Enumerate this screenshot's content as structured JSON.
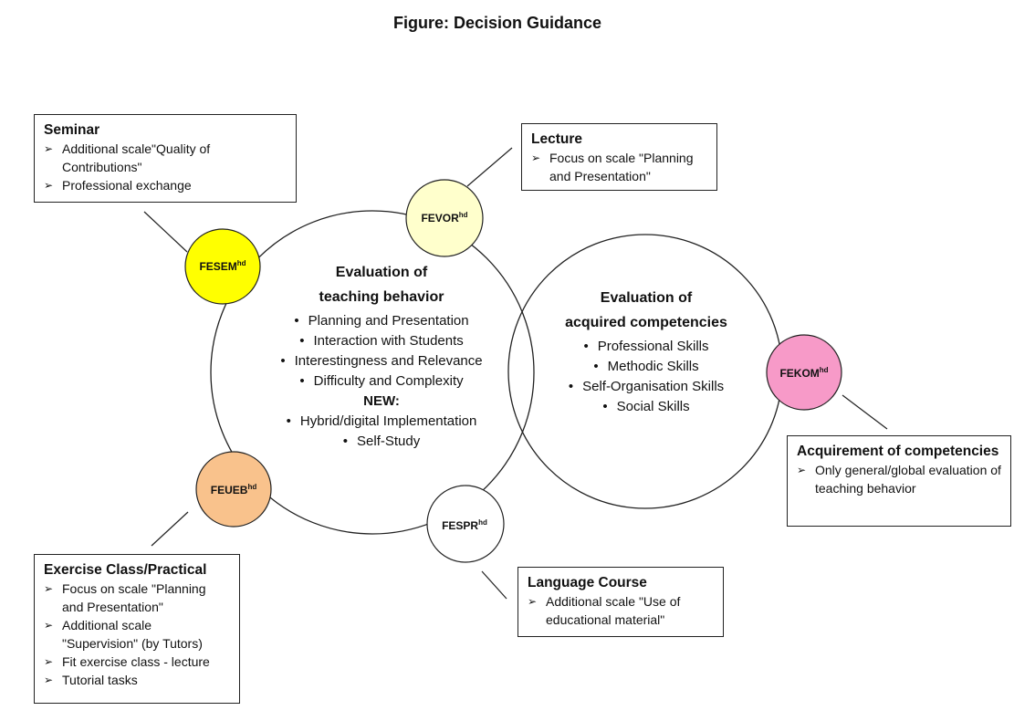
{
  "title": "Figure: Decision Guidance",
  "teaching": {
    "heading_line1": "Evaluation of",
    "heading_line2": "teaching behavior",
    "items": [
      "Planning and Presentation",
      "Interaction with Students",
      "Interestingness and Relevance",
      "Difficulty and Complexity"
    ],
    "new_label": "NEW:",
    "new_items": [
      "Hybrid/digital Implementation",
      "Self-Study"
    ]
  },
  "competencies": {
    "heading_line1": "Evaluation of",
    "heading_line2": "acquired competencies",
    "items": [
      "Professional Skills",
      "Methodic Skills",
      "Self-Organisation Skills",
      "Social Skills"
    ]
  },
  "nodes": {
    "fesem": {
      "label": "FESEM",
      "sup": "hd",
      "color": "#ffff00"
    },
    "fevor": {
      "label": "FEVOR",
      "sup": "hd",
      "color": "#ffffcc"
    },
    "feueb": {
      "label": "FEUEB",
      "sup": "hd",
      "color": "#f9c28c"
    },
    "fespr": {
      "label": "FESPR",
      "sup": "hd",
      "color": "#ffffff"
    },
    "fekom": {
      "label": "FEKOM",
      "sup": "hd",
      "color": "#f79ac8"
    }
  },
  "boxes": {
    "seminar": {
      "title": "Seminar",
      "items": [
        "Additional scale\"Quality of Contributions\"",
        "Professional exchange"
      ]
    },
    "lecture": {
      "title": "Lecture",
      "items": [
        "Focus on scale \"Planning and Presentation\""
      ]
    },
    "exercise": {
      "title": "Exercise Class/Practical",
      "items": [
        "Focus on scale \"Planning and Presentation\"",
        "Additional scale \"Supervision\" (by Tutors)",
        "Fit exercise class - lecture",
        "Tutorial tasks"
      ]
    },
    "language": {
      "title": "Language Course",
      "items": [
        "Additional scale \"Use of educational material\""
      ]
    },
    "acquirement": {
      "title": "Acquirement of competencies",
      "items": [
        "Only general/global evaluation of teaching behavior"
      ]
    }
  }
}
